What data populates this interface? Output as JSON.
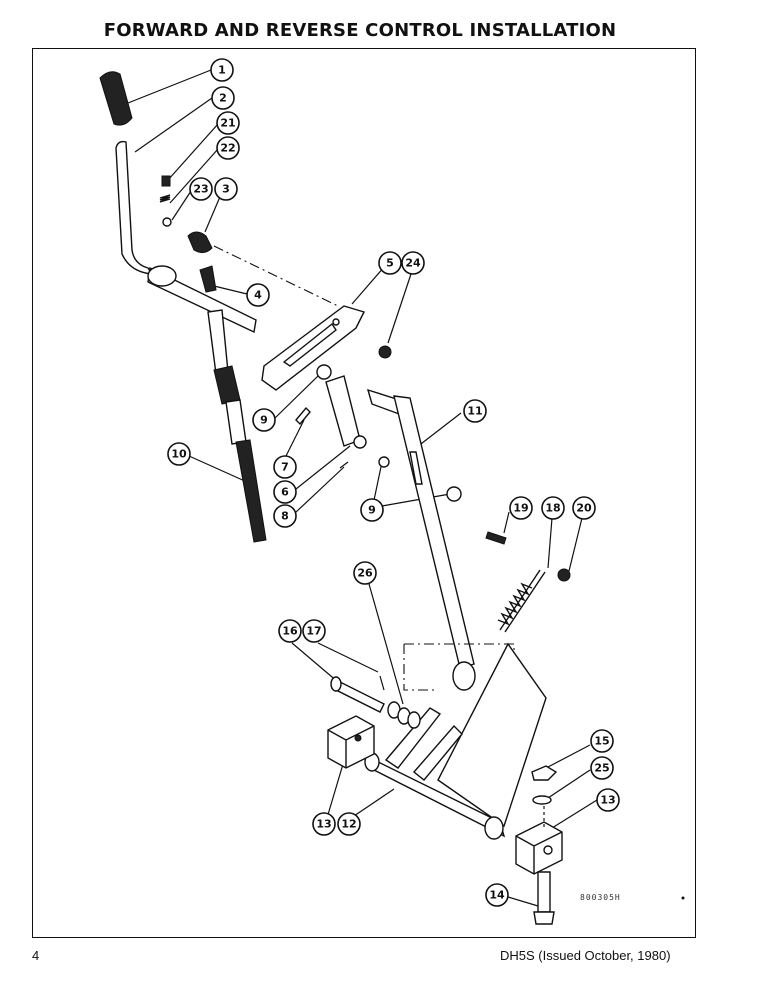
{
  "title": "FORWARD AND REVERSE CONTROL INSTALLATION",
  "footer": {
    "page_number": "4",
    "doc_ref": "DH5S (Issued October, 1980)"
  },
  "drawing_code": "800305H",
  "callouts": [
    "1",
    "2",
    "21",
    "22",
    "23",
    "3",
    "4",
    "5",
    "24",
    "9",
    "7",
    "6",
    "8",
    "10",
    "11",
    "9",
    "19",
    "18",
    "20",
    "26",
    "16",
    "17",
    "15",
    "25",
    "13",
    "13",
    "12",
    "14"
  ]
}
